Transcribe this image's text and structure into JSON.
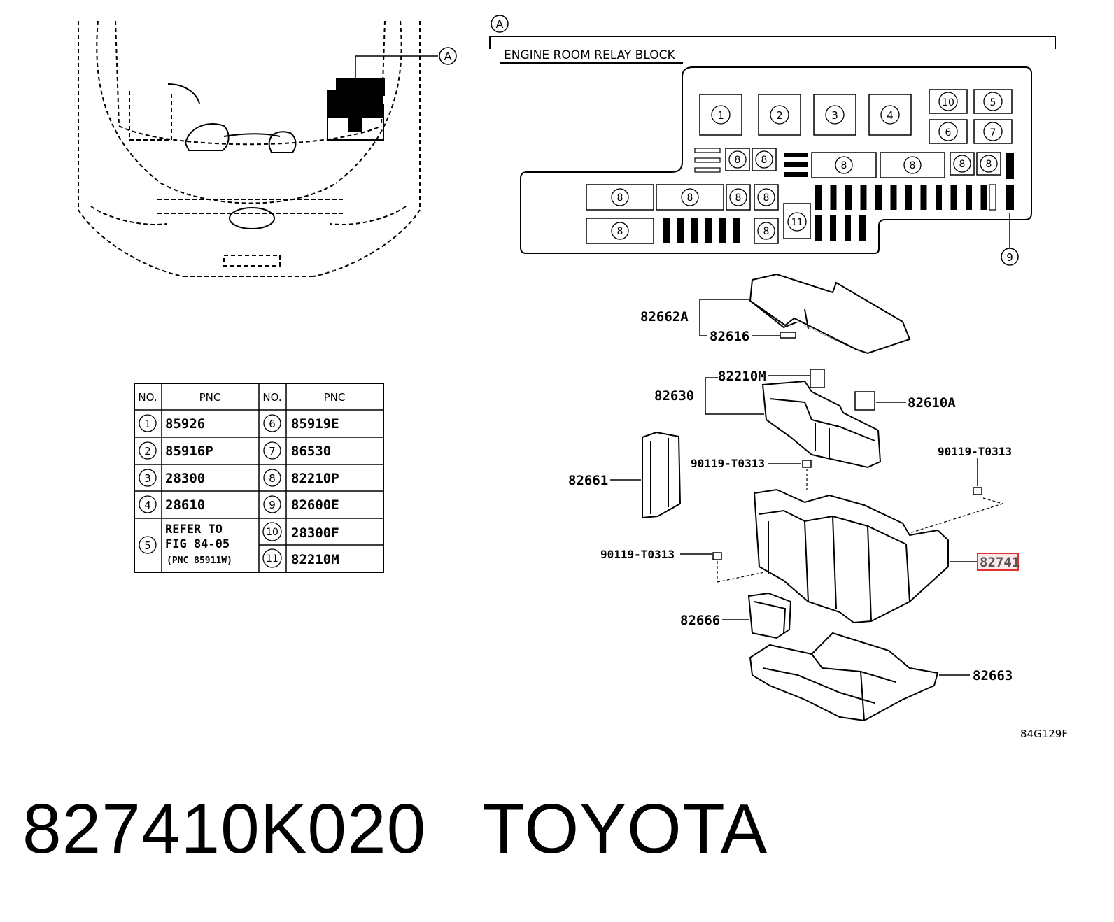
{
  "callout_A": "A",
  "relay_block": {
    "title": "ENGINE ROOM RELAY BLOCK",
    "slots_top": [
      "1",
      "2",
      "3",
      "4"
    ],
    "slots_small": [
      "10",
      "5",
      "6",
      "7"
    ],
    "slot_8": "8",
    "slot_11": "11",
    "slot_9": "9"
  },
  "parts": {
    "p82662A": "82662A",
    "p82616": "82616",
    "p82210M": "82210M",
    "p82630": "82630",
    "p82610A": "82610A",
    "p82661": "82661",
    "bolt_center": "90119-T0313",
    "bolt_right": "90119-T0313",
    "bolt_left": "90119-T0313",
    "p82741": "82741",
    "p82666": "82666",
    "p82663": "82663"
  },
  "figure_code": "84G129F",
  "table": {
    "headers": [
      "NO.",
      "PNC",
      "NO.",
      "PNC"
    ],
    "rows": [
      {
        "no1": "1",
        "pnc1": "85926",
        "no2": "6",
        "pnc2": "85919E"
      },
      {
        "no1": "2",
        "pnc1": "85916P",
        "no2": "7",
        "pnc2": "86530"
      },
      {
        "no1": "3",
        "pnc1": "28300",
        "no2": "8",
        "pnc2": "82210P"
      },
      {
        "no1": "4",
        "pnc1": "28610",
        "no2": "9",
        "pnc2": "82600E"
      }
    ],
    "row5": {
      "no1": "5",
      "line1": "REFER TO",
      "line2": "FIG 84-05",
      "line3": "(PNC 85911W)",
      "no2a": "10",
      "pnc2a": "28300F",
      "no2b": "11",
      "pnc2b": "82210M"
    }
  },
  "footer": {
    "part_number": "827410K020",
    "brand": "TOYOTA"
  },
  "colors": {
    "highlight": "#e03030",
    "line": "#000000"
  }
}
